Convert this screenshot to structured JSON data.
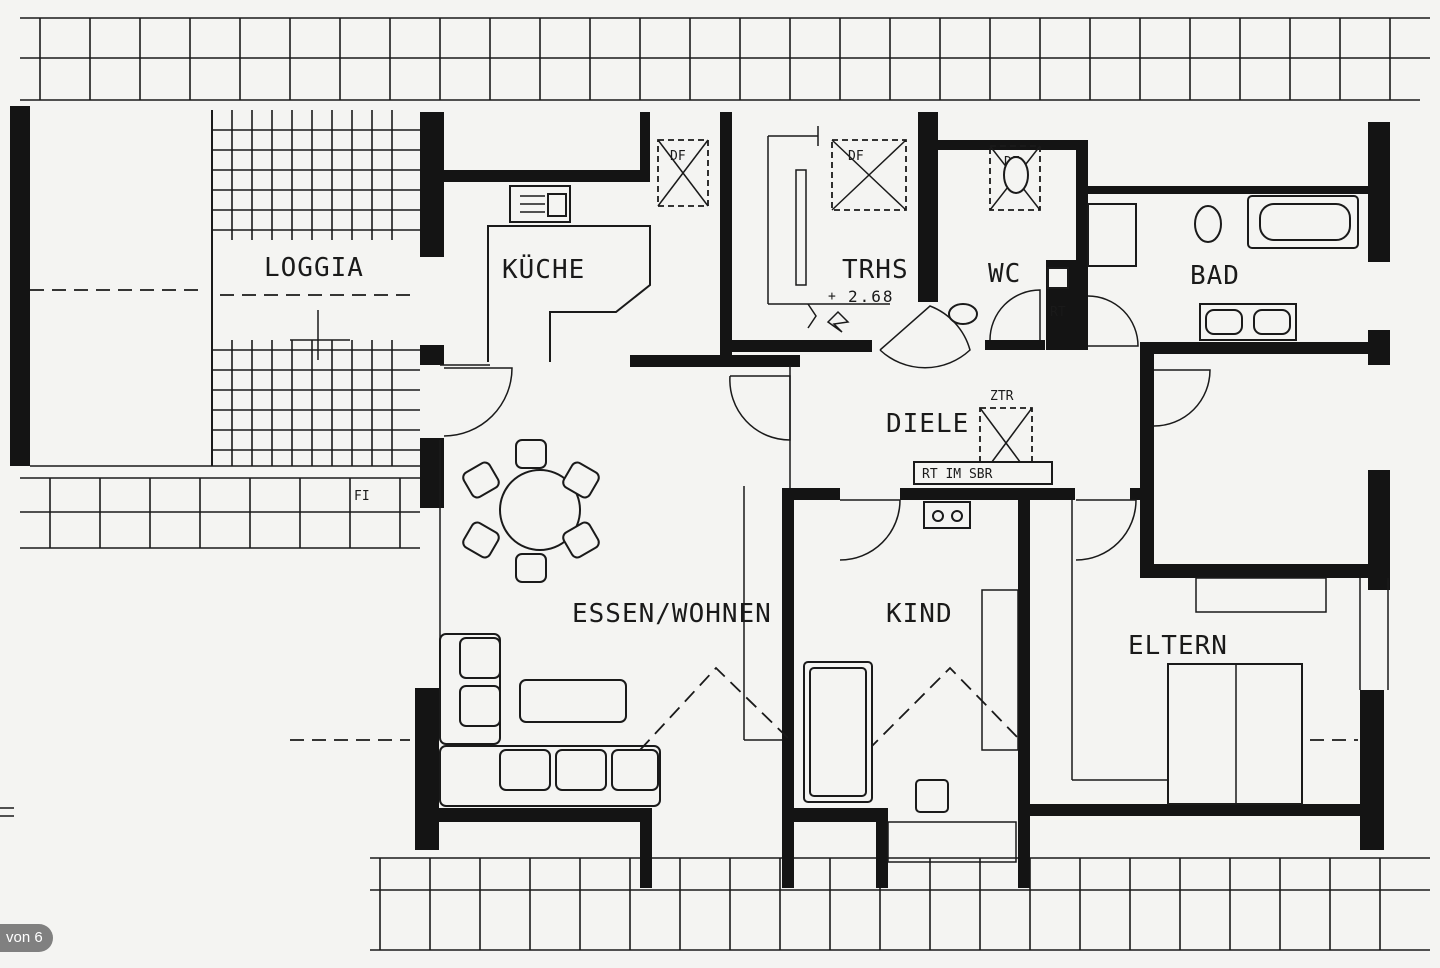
{
  "rooms": {
    "loggia": "LOGGIA",
    "kueche": "KÜCHE",
    "trhs": "TRHS",
    "wc": "WC",
    "bad": "BAD",
    "diele": "DIELE",
    "essen_wohnen": "ESSEN/WOHNEN",
    "kind": "KIND",
    "eltern": "ELTERN"
  },
  "annotations": {
    "df1": "DF",
    "df2": "DF",
    "df3": "DF",
    "ztr": "ZTR",
    "height": "2.68",
    "plus": "+",
    "rt": "RT",
    "rt_im_sbr": "RT IM SBR",
    "fi": "FI"
  },
  "viewer": {
    "page_badge": "von 6"
  }
}
